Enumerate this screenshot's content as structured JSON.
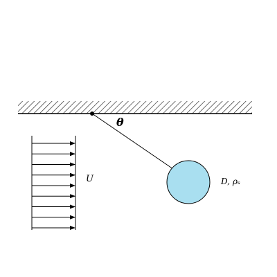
{
  "labels": {
    "angle": "θ",
    "velocity": "U",
    "sphere": "D, ρₛ"
  },
  "colors": {
    "sphere_fill": "#a9dff0",
    "stroke": "#000000",
    "hatch": "#333333"
  },
  "velocity_profile": {
    "arrow_count": 9
  }
}
